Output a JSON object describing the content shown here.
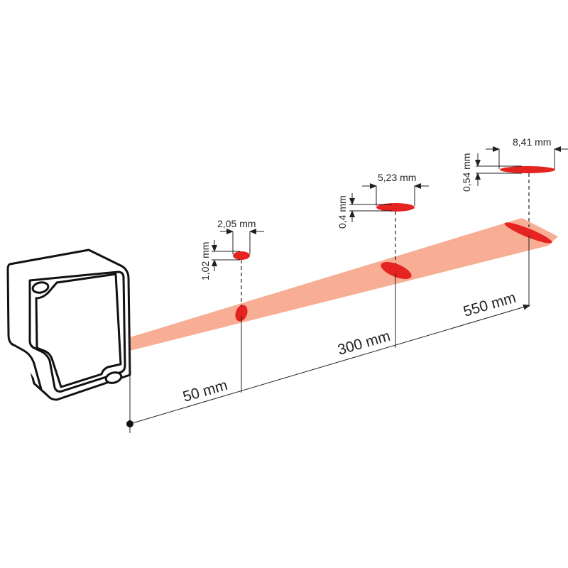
{
  "colors": {
    "beam": "#f7ae95",
    "spot": "#e52320",
    "line": "#231f20"
  },
  "icons": [
    "sensor-housing-icon"
  ],
  "distances": [
    {
      "label": "50 mm"
    },
    {
      "label": "300 mm"
    },
    {
      "label": "550 mm"
    }
  ],
  "spots": [
    {
      "width": "2,05 mm",
      "height": "1,02 mm"
    },
    {
      "width": "5,23 mm",
      "height": "0,4 mm"
    },
    {
      "width": "8,41 mm",
      "height": "0,54 mm"
    }
  ]
}
